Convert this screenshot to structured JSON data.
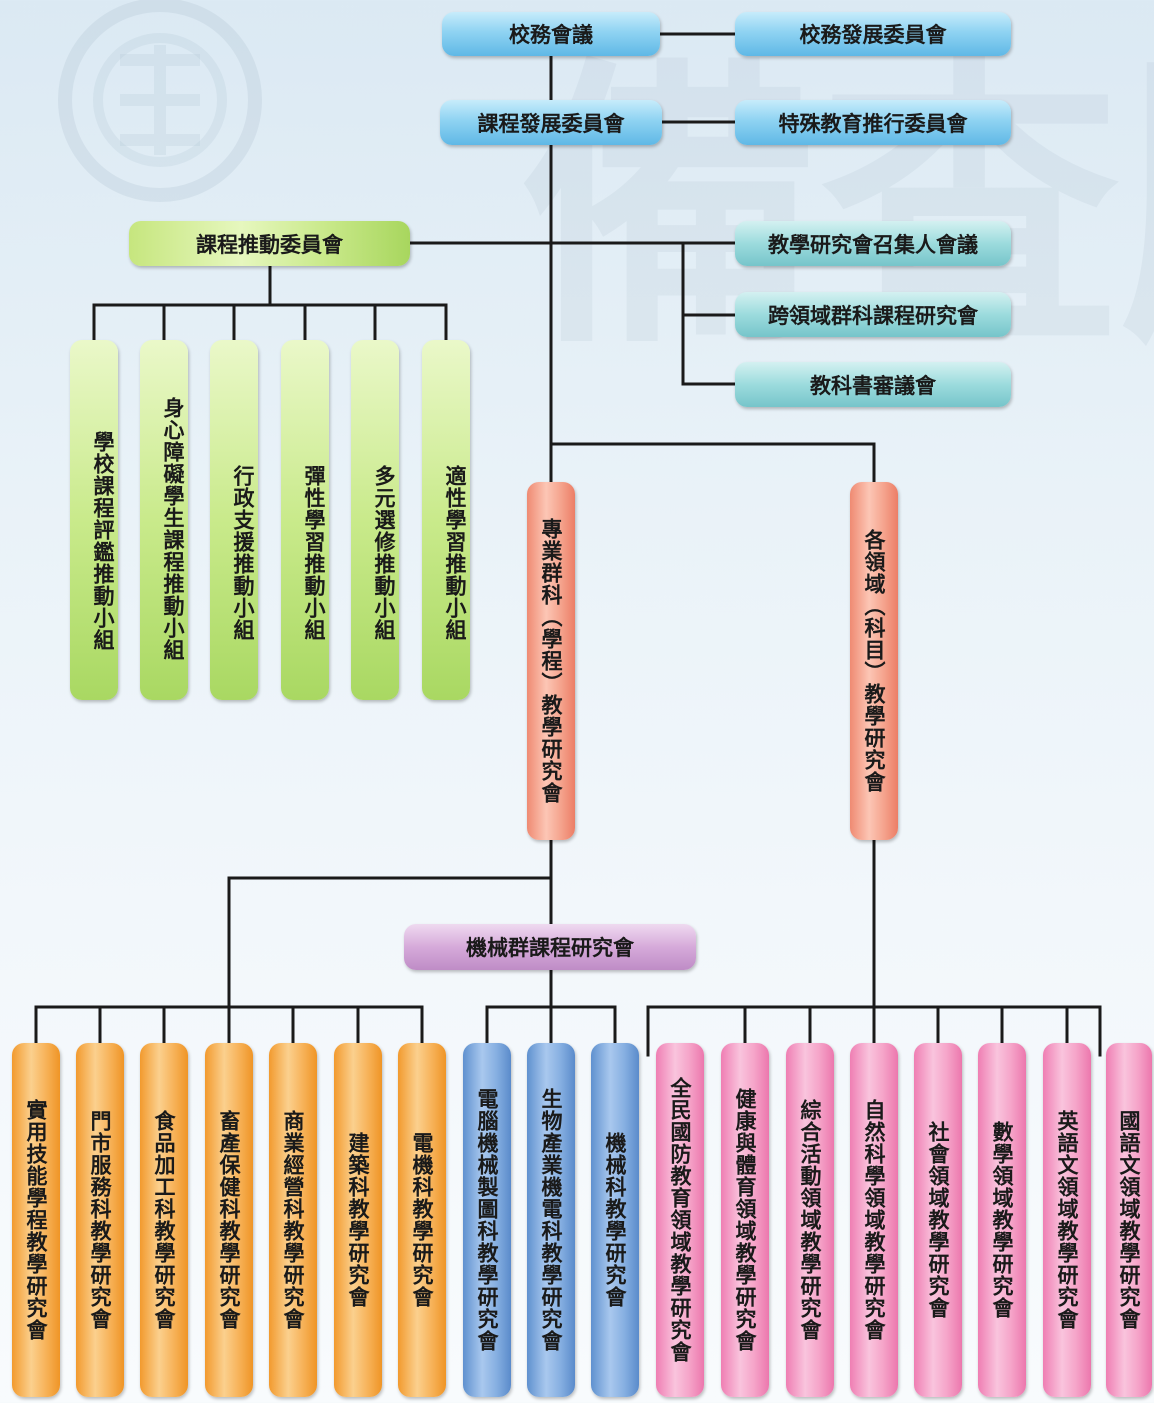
{
  "top": {
    "school_affairs": "校務會議",
    "development_committee": "校務發展委員會",
    "curriculum_committee": "課程發展委員會",
    "special_education_committee": "特殊教育推行委員會"
  },
  "promotion": {
    "committee": "課程推動委員會",
    "groups": [
      "學校課程評鑑推動小組",
      "身心障礙學生課程推動小組",
      "行政支援推動小組",
      "彈性學習推動小組",
      "多元選修推動小組",
      "適性學習推動小組"
    ]
  },
  "right_committees": [
    "教學研究會召集人會議",
    "跨領域群科課程研究會",
    "教科書審議會"
  ],
  "professional": {
    "label": "專業群科（學程）教學研究會",
    "machinery_group": "機械群課程研究會",
    "orange_groups": [
      "實用技能學程教學研究會",
      "門市服務科教學研究會",
      "食品加工科教學研究會",
      "畜產保健科教學研究會",
      "商業經營科教學研究會",
      "建築科教學研究會",
      "電機科教學研究會"
    ],
    "blue_groups": [
      "電腦機械製圖科教學研究會",
      "生物產業機電科教學研究會",
      "機械科教學研究會"
    ]
  },
  "domains": {
    "label": "各領域（科目）教學研究會",
    "groups": [
      "全民國防教育領域教學研究會",
      "健康與體育領域教學研究會",
      "綜合活動領域教學研究會",
      "自然科學領域教學研究會",
      "社會領域教學研究會",
      "數學領域教學研究會",
      "英語文領域教學研究會",
      "國語文領域教學研究會"
    ]
  },
  "colors": {
    "line": "#1a1a1a",
    "blue": "#5fb8e6",
    "teal": "#76c5ca",
    "green": "#a9d862",
    "salmon": "#ec7e66",
    "purple": "#bf8cc6",
    "orange": "#ef9526",
    "steel_blue": "#5a8bcb",
    "pink": "#ec77ad"
  }
}
